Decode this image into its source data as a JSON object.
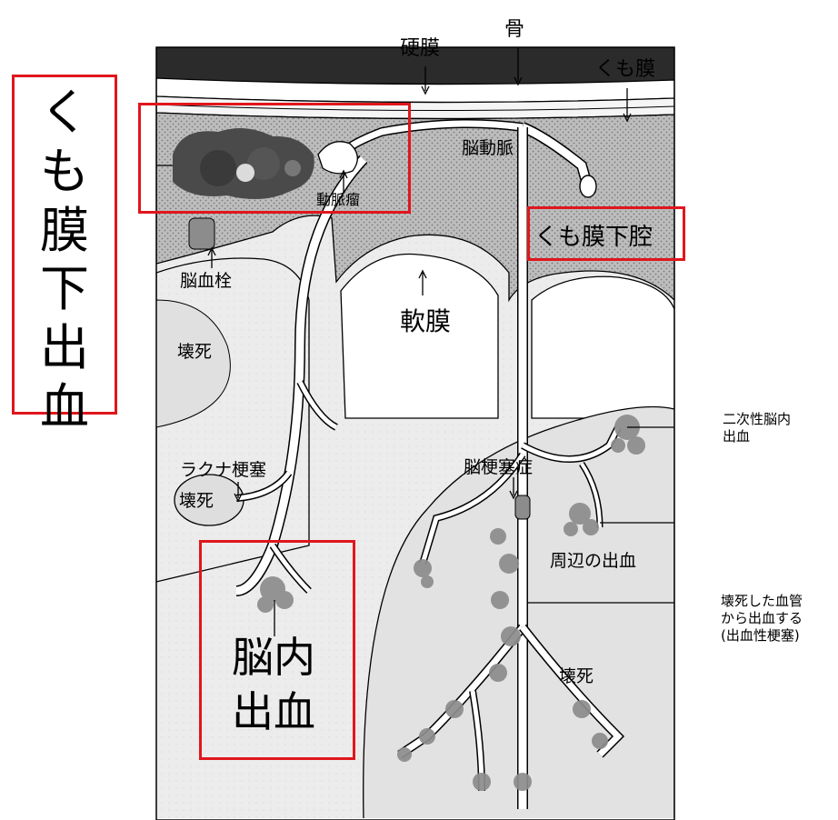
{
  "labels": {
    "dura": "硬膜",
    "bone": "骨",
    "arachnoid": "くも膜",
    "cerebral_artery": "脳動脈",
    "aneurysm": "動脈瘤",
    "subarachnoid_space": "くも膜下腔",
    "embolus": "脳血栓",
    "pia": "軟膜",
    "necrosis_left": "壊死",
    "lacunar_infarct": "ラクナ梗塞",
    "necrosis_small": "壊死",
    "cerebral_infarction": "脳梗塞症",
    "peripheral_bleeding": "周辺の出血",
    "necrosis_right": "壊死"
  },
  "side_notes": {
    "secondary_hemorrhage": [
      "二次性脳内",
      "出血"
    ],
    "hemorrhagic_infarct": [
      "壊死した血管",
      "から出血する",
      "(出血性梗塞)"
    ]
  },
  "highlights": {
    "subarachnoid_hemorrhage": "くも膜下出血",
    "intracerebral_hemorrhage": [
      "脳内",
      "出血"
    ]
  },
  "colors": {
    "highlight_box": "#e0161d",
    "skull": "#2b2b2b",
    "csf_stipple": "#b4b4b4",
    "brain_tissue": "#e9e9e9",
    "hemorrhage": "#8c8c8c"
  }
}
